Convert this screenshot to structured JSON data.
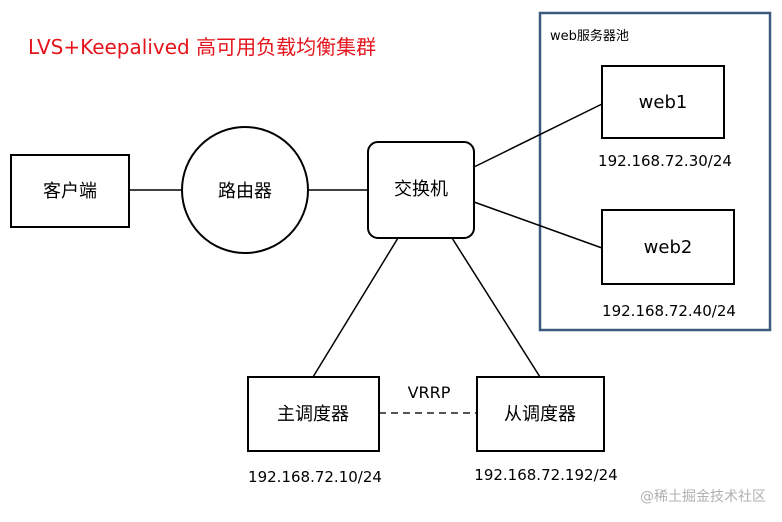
{
  "title": "LVS+Keepalived 高可用负载均衡集群",
  "colors": {
    "title": "#e4151c",
    "stroke": "#000000",
    "pool_border": "#3c5a7e",
    "watermark": "#b0b0b0"
  },
  "nodes": {
    "client": "客户端",
    "router": "路由器",
    "switch": "交换机",
    "web1": "web1",
    "web2": "web2",
    "master": "主调度器",
    "backup": "从调度器"
  },
  "pool": {
    "label": "web服务器池"
  },
  "ips": {
    "web1": "192.168.72.30/24",
    "web2": "192.168.72.40/24",
    "master": "192.168.72.10/24",
    "backup": "192.168.72.192/24"
  },
  "link_label": "VRRP",
  "watermark": "@稀土掘金技术社区"
}
